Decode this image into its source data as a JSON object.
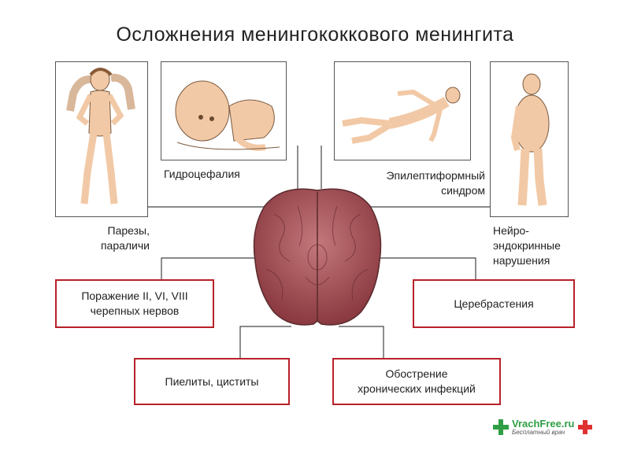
{
  "title": "Осложнения менингококкового менингита",
  "pictures": {
    "paresis": {
      "label_lines": [
        "Парезы,",
        "параличи"
      ]
    },
    "hydrocephalus": {
      "label": "Гидроцефалия"
    },
    "epileptic": {
      "label_lines": [
        "Эпилептиформный",
        "синдром"
      ]
    },
    "neuroendocrine": {
      "label_lines": [
        "Нейро-",
        "эндокринные",
        "нарушения"
      ]
    }
  },
  "boxes": {
    "nerves": {
      "lines": [
        "Поражение II, VI, VIII",
        "черепных нервов"
      ]
    },
    "cerebrasthenia": {
      "lines": [
        "Церебрастения"
      ]
    },
    "pyelitis": {
      "lines": [
        "Пиелиты, циститы"
      ]
    },
    "infections": {
      "lines": [
        "Обострение",
        "хронических инфекций"
      ]
    }
  },
  "logo": {
    "name": "VrachFree.ru",
    "tagline": "Бесплатный врач"
  },
  "colors": {
    "box_border": "#b8202a",
    "brain": "#9a4a4e",
    "skin": "#f2c9a6",
    "logo_green": "#2f9e44",
    "logo_red": "#e03131"
  }
}
